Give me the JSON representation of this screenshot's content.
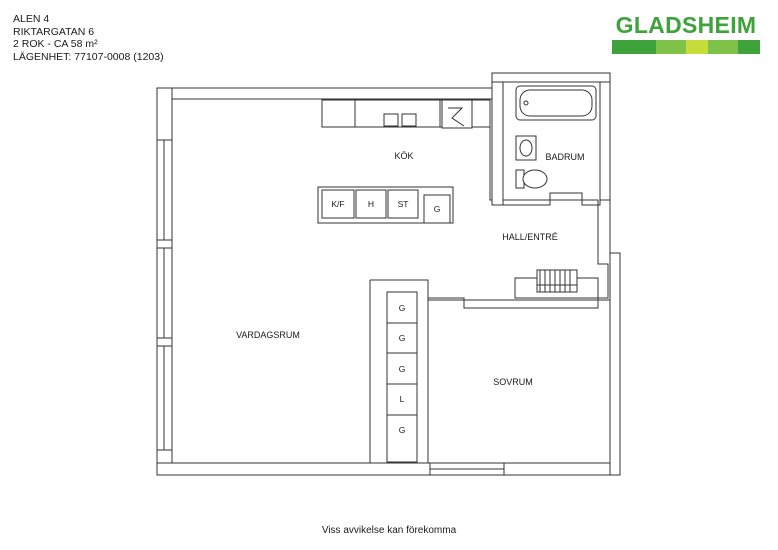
{
  "info": {
    "line1": "ALEN 4",
    "line2": "RIKTARGATAN 6",
    "line3": "2 ROK - CA 58 m²",
    "line4": "LÄGENHET:  77107-0008 (1203)"
  },
  "logo": {
    "text": "GLADSHEIM",
    "text_color": "#3ea33a",
    "bar_colors": [
      "#3ea33a",
      "#7fc24a",
      "#c6dd3c",
      "#7fc24a",
      "#3ea33a"
    ]
  },
  "rooms": {
    "kok": "KÖK",
    "badrum": "BADRUM",
    "hall": "HALL/ENTRÉ",
    "vardagsrum": "VARDAGSRUM",
    "sovrum": "SOVRUM"
  },
  "kitchen_appliances": {
    "kf": "K/F",
    "h": "H",
    "st": "ST",
    "g": "G"
  },
  "wardrobes": [
    "G",
    "G",
    "G",
    "L",
    "G"
  ],
  "footer": "Viss avvikelse kan förekomma"
}
